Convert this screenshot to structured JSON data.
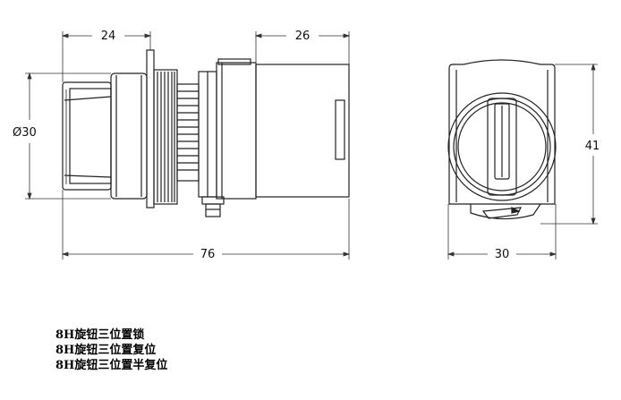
{
  "dimensions": {
    "side_width_top": "24",
    "body_width_top": "26",
    "diameter": "Ø30",
    "overall_length": "76",
    "front_height": "41",
    "front_width": "30"
  },
  "captions": [
    "8H旋钮三位置锁",
    "8H旋钮三位置复位",
    "8H旋钮三位置半复位"
  ]
}
